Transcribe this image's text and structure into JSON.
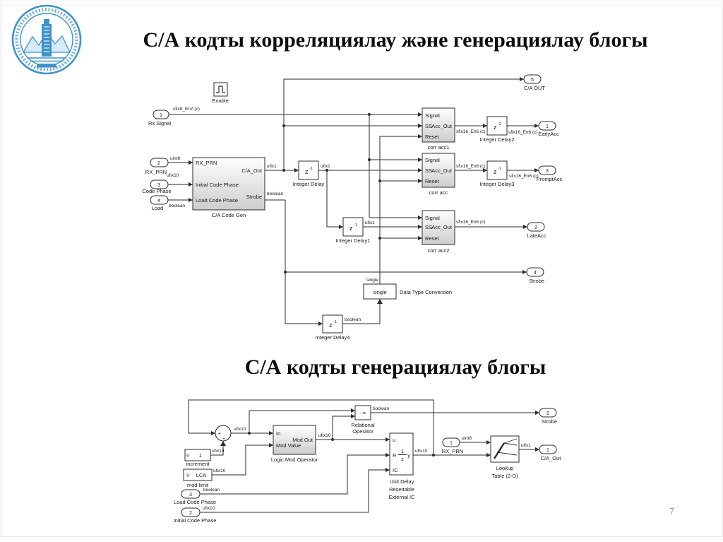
{
  "titles": {
    "title1": "С/А кодты корреляциялау және генерациялау блогы",
    "title2": "С/А кодты генерациялау блогы"
  },
  "page": {
    "number": "7"
  },
  "colors": {
    "logo_blue": "#3f93c9",
    "diagram_line": "#2b2b2b",
    "page_number_gray": "#9a9a9a"
  },
  "types": {
    "sfix8": "sfix8_En7 (c)",
    "sfix16": "sfix16_En6 (c)",
    "ufix1": "ufix1",
    "ufix10": "ufix10",
    "uint8": "uint8",
    "boolean": "boolean",
    "single": "single"
  },
  "sym": {
    "z": "z",
    "m1": "-1",
    "m2": "-2",
    "plus": "+",
    "neq": "~="
  },
  "d1": {
    "enable_label": "Enable",
    "in1": {
      "n": "1",
      "label": "Rx Signal"
    },
    "in2": {
      "n": "2",
      "label": "RX_PRN"
    },
    "in3": {
      "n": "3",
      "label": "Code Phase"
    },
    "in4": {
      "n": "4",
      "label": "Load"
    },
    "codegen": {
      "p1": "RX_PRN",
      "p2": "Initial Code Phase",
      "p3": "Load Code Phase",
      "o1": "C/A_Out",
      "o2": "Strobe",
      "label": "C/A Code Gen"
    },
    "idelay": {
      "label": "Integer Delay"
    },
    "idelay1": {
      "label": "Integer Delay1"
    },
    "idelay2": {
      "label": "Integer Delay2"
    },
    "idelay3": {
      "label": "Integer Delay3"
    },
    "idelay4": {
      "label": "Integer Delay4"
    },
    "acc": {
      "sig": "Signal",
      "ss": "SS",
      "rst": "Reset",
      "out": "Acc_Out"
    },
    "acc1_label": "corr acc1",
    "acc2_label": "corr acc",
    "acc3_label": "corr acc2",
    "dtc": {
      "text": "single",
      "label": "Data Type Conversion"
    },
    "out5": {
      "n": "5",
      "label": "C/A OUT"
    },
    "out1": {
      "n": "1",
      "label": "EarlyAcc"
    },
    "out3": {
      "n": "3",
      "label": "PromptAcc"
    },
    "out2": {
      "n": "2",
      "label": "LateAcc"
    },
    "out4": {
      "n": "4",
      "label": "Strobe"
    }
  },
  "d2": {
    "increment": {
      "value": "1",
      "label": "increment"
    },
    "modlimit": {
      "value": "LCA",
      "label": "mod limit"
    },
    "in3": {
      "n": "3",
      "label": "Load Code Phase"
    },
    "in2": {
      "n": "2",
      "label": "Initial Code Phase"
    },
    "in1": {
      "n": "1",
      "label": "RX_PRN"
    },
    "logicmod": {
      "in": "In",
      "modvalue": "Mod Value",
      "out": "Mod Out",
      "label": "Logic Mod Operator"
    },
    "relop": {
      "label1": "Relational",
      "label2": "Operator"
    },
    "unitdelay": {
      "u": "u",
      "r": "R",
      "ic": "IC",
      "y": "y",
      "num": "1",
      "den": "z",
      "label1": "Unit Delay",
      "label2": "Resettable",
      "label3": "External IC"
    },
    "lookup": {
      "label1": "Lookup",
      "label2": "Table (2-D)"
    },
    "out2": {
      "n": "2",
      "label": "Strobe"
    },
    "out1": {
      "n": "1",
      "label": "C/A_Out"
    }
  }
}
